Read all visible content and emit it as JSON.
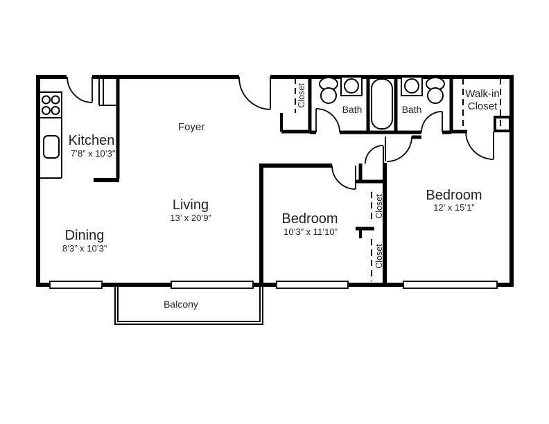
{
  "rooms": {
    "kitchen": {
      "label": "Kitchen",
      "dims": "7’8” x 10’3”"
    },
    "foyer": {
      "label": "Foyer"
    },
    "living": {
      "label": "Living",
      "dims": "13’ x 20’9”"
    },
    "dining": {
      "label": "Dining",
      "dims": "8’3” x 10’3”"
    },
    "bedroom1": {
      "label": "Bedroom",
      "dims": "10’3” x 11’10”"
    },
    "bedroom2": {
      "label": "Bedroom",
      "dims": "12’ x 15’1”"
    },
    "bath1": {
      "label": "Bath"
    },
    "bath2": {
      "label": "Bath"
    },
    "entry_closet": {
      "label": "Closet"
    },
    "walk_in_closet": {
      "line1": "Walk-in",
      "line2": "Closet"
    },
    "closet_upper": {
      "label": "Closet"
    },
    "closet_lower": {
      "label": "Closet"
    },
    "balcony": {
      "label": "Balcony"
    }
  },
  "fixtures": [
    "stove",
    "kitchen-sink",
    "toilet",
    "bathroom-sink",
    "bathtub",
    "bathroom-sink",
    "toilet"
  ],
  "colors": {
    "wall": "#000000",
    "text": "#231f20",
    "background": "#ffffff"
  }
}
